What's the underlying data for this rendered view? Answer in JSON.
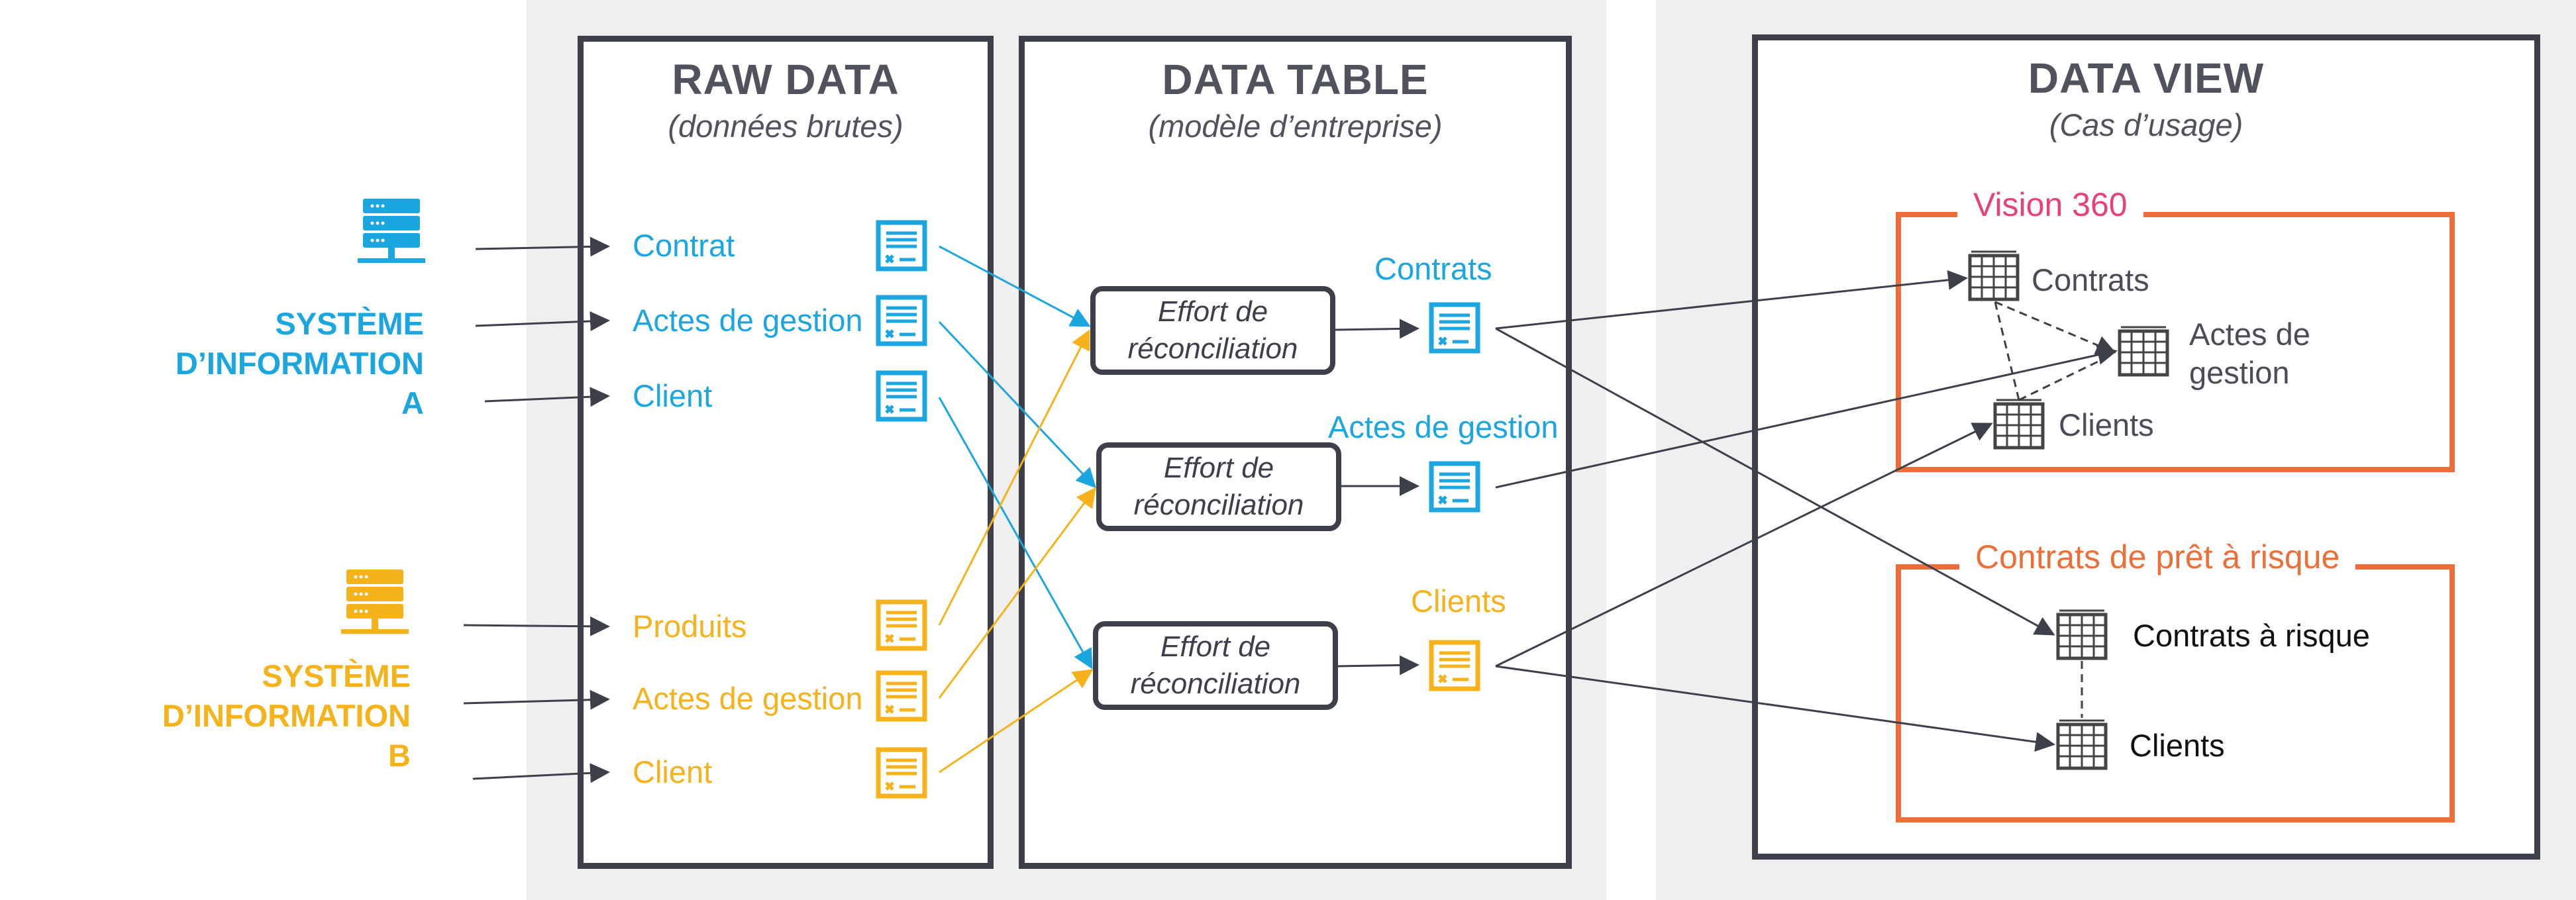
{
  "columns": {
    "raw": {
      "title": "RAW DATA",
      "subtitle": "(données brutes)"
    },
    "table": {
      "title": "DATA TABLE",
      "subtitle": "(modèle d’entreprise)"
    },
    "view": {
      "title": "DATA VIEW",
      "subtitle": "(Cas d’usage)"
    }
  },
  "systems": {
    "a": {
      "line1": "SYSTÈME",
      "line2": "D’INFORMATION",
      "line3": "A",
      "color": "#1ba6e0",
      "icon": "server-icon"
    },
    "b": {
      "line1": "SYSTÈME",
      "line2": "D’INFORMATION",
      "line3": "B",
      "color": "#f5b21a",
      "icon": "server-icon"
    }
  },
  "raw_items": {
    "a": [
      "Contrat",
      "Actes de gestion",
      "Client"
    ],
    "b": [
      "Produits",
      "Actes de gestion",
      "Client"
    ]
  },
  "effort": {
    "line1": "Effort de",
    "line2": "réconciliation"
  },
  "table_outputs": {
    "contrats": "Contrats",
    "actes": "Actes de gestion",
    "clients": "Clients"
  },
  "usecases": {
    "vision": {
      "title": "Vision 360",
      "title_color": "#e9407a",
      "items": {
        "contrats": "Contrats",
        "actes_line1": "Actes de",
        "actes_line2": "gestion",
        "clients": "Clients"
      }
    },
    "risque": {
      "title": "Contrats de prêt à risque",
      "title_color": "#ec6f3a",
      "items": {
        "contrats": "Contrats à risque",
        "clients": "Clients"
      }
    }
  },
  "colors": {
    "blue": "#1ba6e0",
    "yellow": "#f5b21a",
    "dark": "#3d3f4a",
    "orange": "#ec6f3a",
    "panel": "#efefef"
  },
  "icons": {
    "document": "document-icon",
    "table": "table-icon",
    "server": "server-icon"
  }
}
